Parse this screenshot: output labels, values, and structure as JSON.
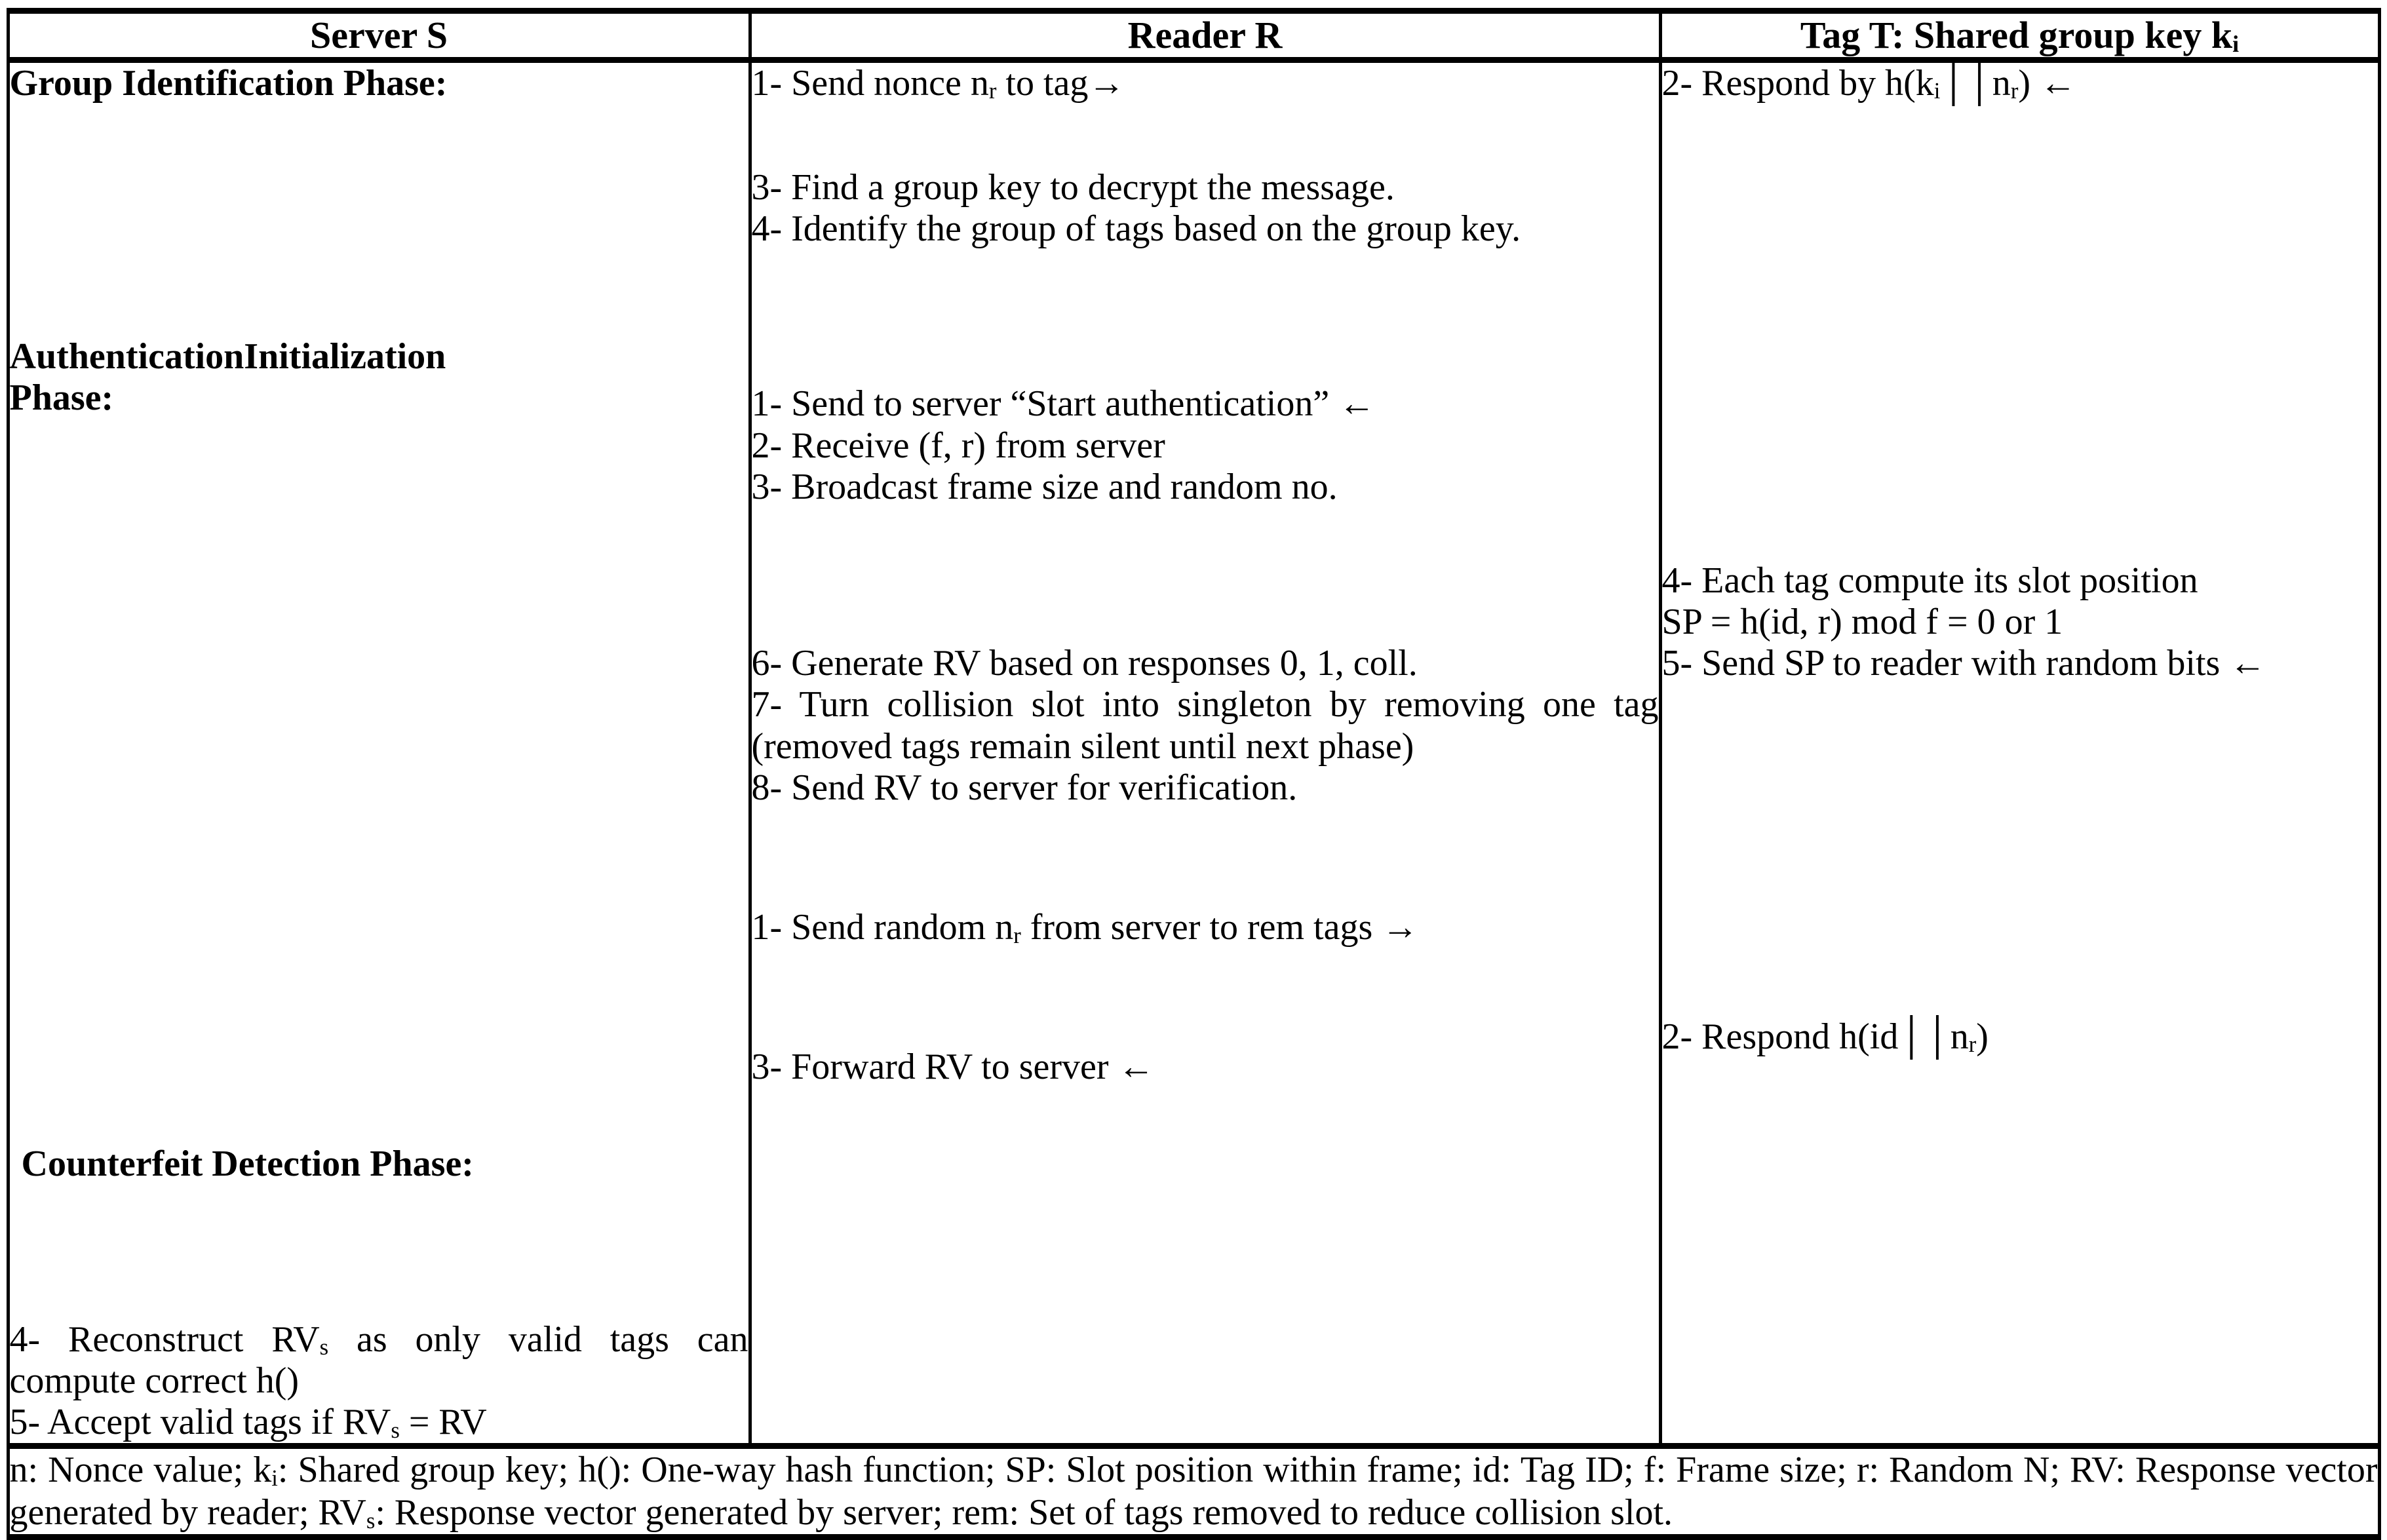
{
  "table": {
    "headers": {
      "server": "Server S",
      "reader": "Reader R",
      "tag": "Tag T: Shared group key k",
      "tag_sub": "i"
    },
    "phases": [
      {
        "id": "group-identification",
        "server_label": "Group Identification Phase:",
        "reader_steps": [
          "1- Send nonce n",
          "3- Find a group key to decrypt the message.",
          "4- Identify the group of tags based on the group key."
        ],
        "reader_step1_sub": "r",
        "reader_step1_tail": " to tag→",
        "tag_steps": [
          "2- Respond by h(k",
          "i",
          "││n",
          "r",
          ") ←"
        ]
      },
      {
        "id": "authentication-initialization",
        "server_label_line1_a": "Authentication",
        "server_label_line1_b": "Initialization",
        "server_label_line2": "Phase:",
        "reader_steps": [
          "1- Send to server “Start authentication” ←",
          "2- Receive (f, r) from server",
          "3- Broadcast frame size and random no.",
          "6- Generate RV based on responses 0, 1, coll.",
          "7- Turn collision slot into singleton by removing one tag (removed tags remain silent until next phase)",
          "8- Send RV to server for verification."
        ],
        "tag_steps": [
          "4- Each tag compute its slot position",
          "SP = h(id, r) mod f = 0 or 1",
          "5- Send SP to reader with random bits ←"
        ]
      },
      {
        "id": "counterfeit-detection",
        "server_label": "Counterfeit Detection Phase:",
        "server_steps_a": "4- Reconstruct RV",
        "server_steps_a_sub": "s",
        "server_steps_a_tail": " as only valid tags can compute correct h()",
        "server_steps_b": "5- Accept valid tags if RV",
        "server_steps_b_sub": "s",
        "server_steps_b_tail": " = RV",
        "reader_step1_a": "1- Send random n",
        "reader_step1_sub": "r",
        "reader_step1_tail": " from server to rem tags →",
        "reader_step3": "3- Forward RV to server ←",
        "tag_step2_a": "2- Respond h(id││n",
        "tag_step2_sub": "r",
        "tag_step2_tail": ")"
      }
    ],
    "legend": {
      "part1": "n: Nonce value; k",
      "part1_sub": "i",
      "part2": ": Shared group key; h(): One-way hash function; SP: Slot position within frame; id: Tag ID; f: Frame size; r: Random N; RV: Response vector generated by reader; RV",
      "part2_sub": "s",
      "part3": ": Response vector generated by server; rem: Set of tags removed to reduce collision slot."
    }
  },
  "colors": {
    "ink": "#000000",
    "paper": "#ffffff"
  }
}
